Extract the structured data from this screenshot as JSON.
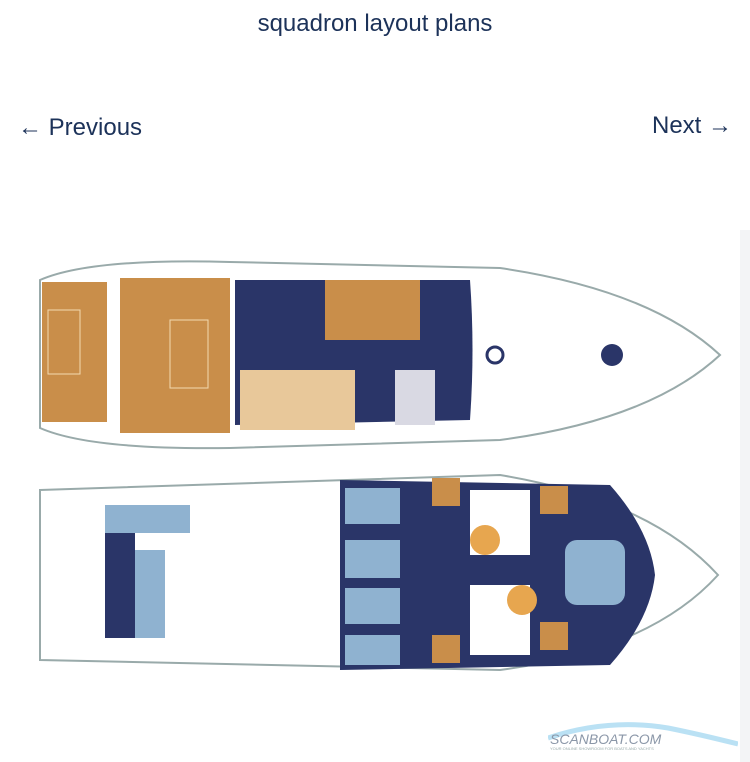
{
  "page": {
    "title": "squadron layout plans"
  },
  "navigation": {
    "previous_label": "← Previous",
    "next_label": "Next →"
  },
  "image": {
    "subject": "boat-layout-plans",
    "watermark": "SCANBOAT.COM",
    "watermark_tagline": "YOUR ONLINE SHOWROOM FOR BOATS AND YACHTS"
  },
  "colors": {
    "text": "#1c3259",
    "teak": "#c98e4a",
    "navy": "#2a3568",
    "hull": "#ffffff",
    "bed": "#8fb2d0"
  }
}
